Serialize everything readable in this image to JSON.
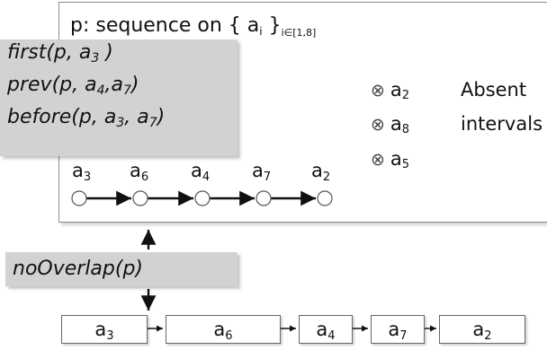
{
  "title": {
    "prefix": "p: sequence on { a",
    "sub": "i",
    "close": " }",
    "range": "i∈[1,8]"
  },
  "functions": [
    {
      "pre": "first(p, a",
      "s1": "3",
      "post": " )"
    },
    {
      "pre": "prev(p, a",
      "s1": "4",
      "mid": ",a",
      "s2": "7",
      "post": ")"
    },
    {
      "pre": "before(p, a",
      "s1": "3",
      "mid": ", a",
      "s2": "7",
      "post": ")"
    }
  ],
  "absent_symbol": "⊗",
  "absent": [
    {
      "base": "a",
      "sub": "2"
    },
    {
      "base": "a",
      "sub": "8"
    },
    {
      "base": "a",
      "sub": "5"
    }
  ],
  "absent_label_1": "Absent",
  "absent_label_2": "intervals",
  "sequence": [
    {
      "base": "a",
      "sub": "3"
    },
    {
      "base": "a",
      "sub": "6"
    },
    {
      "base": "a",
      "sub": "4"
    },
    {
      "base": "a",
      "sub": "7"
    },
    {
      "base": "a",
      "sub": "2"
    }
  ],
  "constraint": "noOverlap(p)",
  "intervals": [
    {
      "base": "a",
      "sub": "3"
    },
    {
      "base": "a",
      "sub": "6"
    },
    {
      "base": "a",
      "sub": "4"
    },
    {
      "base": "a",
      "sub": "7"
    },
    {
      "base": "a",
      "sub": "2"
    }
  ]
}
